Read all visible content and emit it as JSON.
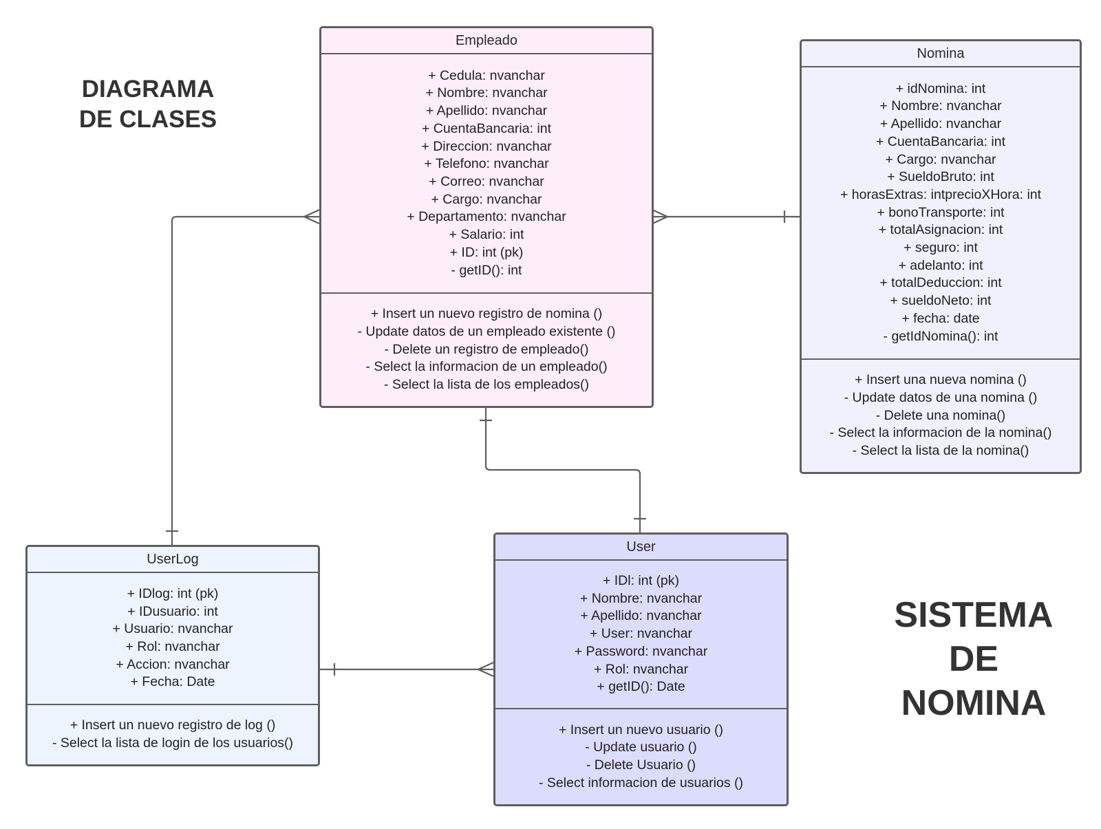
{
  "titles": {
    "diagram": [
      "DIAGRAMA",
      "DE CLASES"
    ],
    "system": [
      "SISTEMA",
      "DE",
      "NOMINA"
    ]
  },
  "colors": {
    "empleado_fill": "#fdeefa",
    "nomina_fill": "#f1f1fe",
    "userlog_fill": "#edf4fe",
    "user_fill": "#dcdcfd",
    "border": "#5f5f5f",
    "connector": "#5f5f5f"
  },
  "classes": {
    "empleado": {
      "name": "Empleado",
      "attributes": [
        "+ Cedula: nvanchar",
        "+ Nombre: nvanchar",
        "+ Apellido: nvanchar",
        "+ CuentaBancaria: int",
        "+ Direccion: nvanchar",
        "+ Telefono: nvanchar",
        "+ Correo: nvanchar",
        "+ Cargo: nvanchar",
        "+ Departamento: nvanchar",
        "+ Salario: int",
        "+ ID: int (pk)",
        "- getID(): int"
      ],
      "methods": [
        "+ Insert un nuevo registro de nomina ()",
        "- Update datos de un empleado existente ()",
        "- Delete un registro de empleado()",
        "- Select la informacion de un empleado()",
        "- Select la lista de los empleados()"
      ]
    },
    "nomina": {
      "name": "Nomina",
      "attributes": [
        "+ idNomina: int",
        "+ Nombre: nvanchar",
        "+ Apellido: nvanchar",
        "+ CuentaBancaria: int",
        "+ Cargo: nvanchar",
        "+ SueldoBruto: int",
        "+ horasExtras: intprecioXHora: int",
        "+ bonoTransporte: int",
        "+ totalAsignacion: int",
        "+ seguro: int",
        "+ adelanto: int",
        "+ totalDeduccion: int",
        "+ sueldoNeto: int",
        "+ fecha: date",
        "- getIdNomina(): int"
      ],
      "methods": [
        "+ Insert una nueva nomina ()",
        "- Update datos de una nomina ()",
        "- Delete una nomina()",
        "- Select la informacion de la nomina()",
        "- Select la lista de la nomina()"
      ]
    },
    "userlog": {
      "name": "UserLog",
      "attributes": [
        "+ IDlog: int (pk)",
        "+ IDusuario: int",
        "+ Usuario: nvanchar",
        "+ Rol: nvanchar",
        "+ Accion: nvanchar",
        "+ Fecha: Date"
      ],
      "methods": [
        "+ Insert un nuevo registro de log ()",
        "- Select la lista de login de los usuarios()"
      ]
    },
    "user": {
      "name": "User",
      "attributes": [
        "+ IDl: int (pk)",
        "+ Nombre: nvanchar",
        "+ Apellido: nvanchar",
        "+ User: nvanchar",
        "+ Password: nvanchar",
        "+ Rol: nvanchar",
        "+ getID(): Date"
      ],
      "methods": [
        "+ Insert un nuevo usuario ()",
        "- Update usuario ()",
        "- Delete Usuario ()",
        "- Select informacion de usuarios ()"
      ]
    }
  },
  "relations": [
    {
      "from": "userlog",
      "from_end": "one",
      "to": "empleado",
      "to_end": "many"
    },
    {
      "from": "nomina",
      "from_end": "one",
      "to": "empleado",
      "to_end": "many"
    },
    {
      "from": "empleado",
      "from_end": "one",
      "to": "user",
      "to_end": "one"
    },
    {
      "from": "userlog",
      "from_end": "one",
      "to": "user",
      "to_end": "many"
    }
  ]
}
